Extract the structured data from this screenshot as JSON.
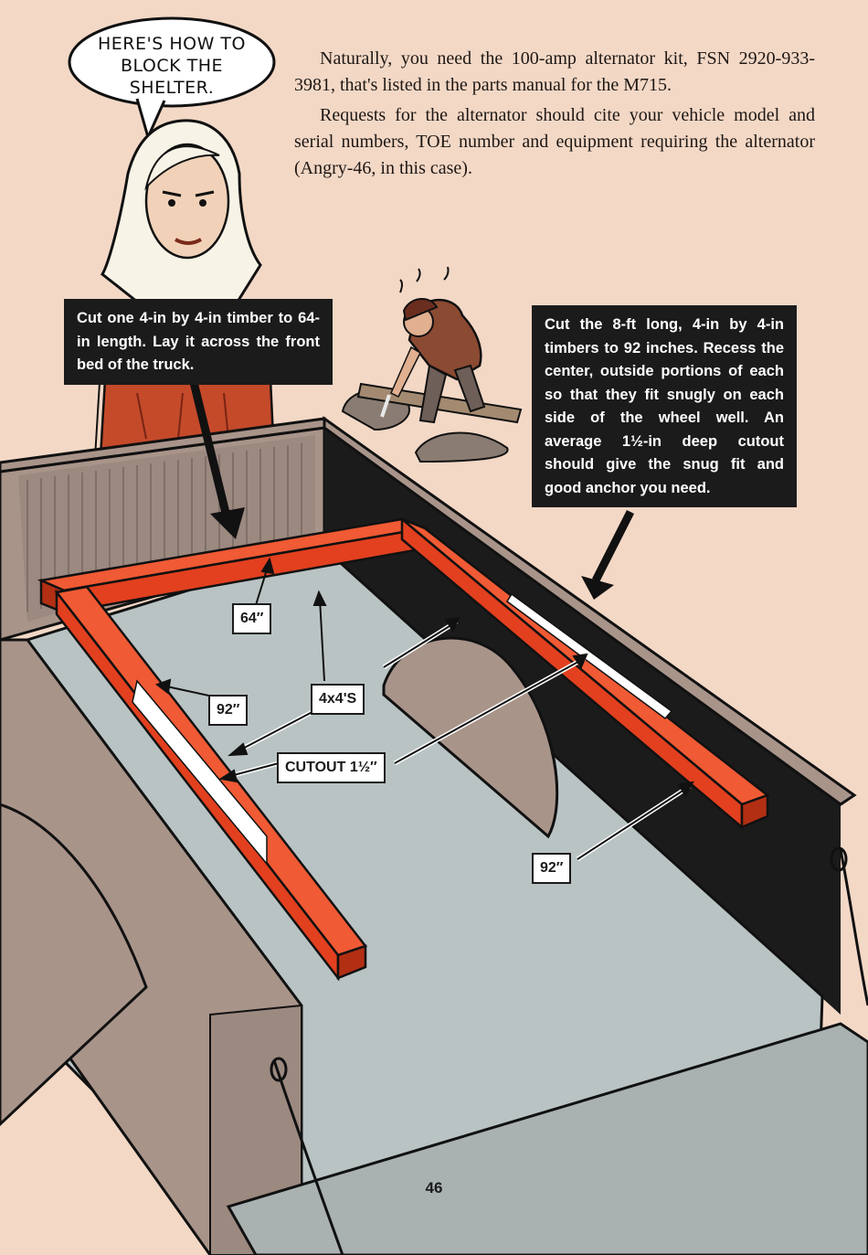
{
  "speech_bubble": {
    "text": "HERE'S HOW TO BLOCK THE SHELTER."
  },
  "intro": {
    "paragraph1": "Naturally, you need the 100-amp alternator kit, FSN 2920-933-3981, that's listed in the parts manual for the M715.",
    "paragraph2": "Requests for the alternator should cite your vehicle model and serial numbers, TOE number and equipment requiring the alternator (Angry-46, in this case)."
  },
  "callouts": {
    "left": "Cut one 4-in by 4-in timber to 64-in length. Lay it across the front bed of the truck.",
    "right": "Cut the 8-ft long, 4-in by 4-in timbers to 92 inches. Recess the center, outside portions of each so that they fit snugly on each side of the wheel well. An average 1½-in deep cutout should give the snug fit and good anchor you need."
  },
  "labels": {
    "front_length": "64″",
    "left_length": "92″",
    "timbers": "4x4'S",
    "cutout": "CUTOUT 1½″",
    "right_length": "92″"
  },
  "page_number": "46",
  "colors": {
    "page_background": "#f3d8c6",
    "timber_orange": "#e2401f",
    "truck_bed_gray": "#b9c3c4",
    "truck_wall_tan": "#a9948a",
    "callout_black": "#1b1b1b"
  }
}
